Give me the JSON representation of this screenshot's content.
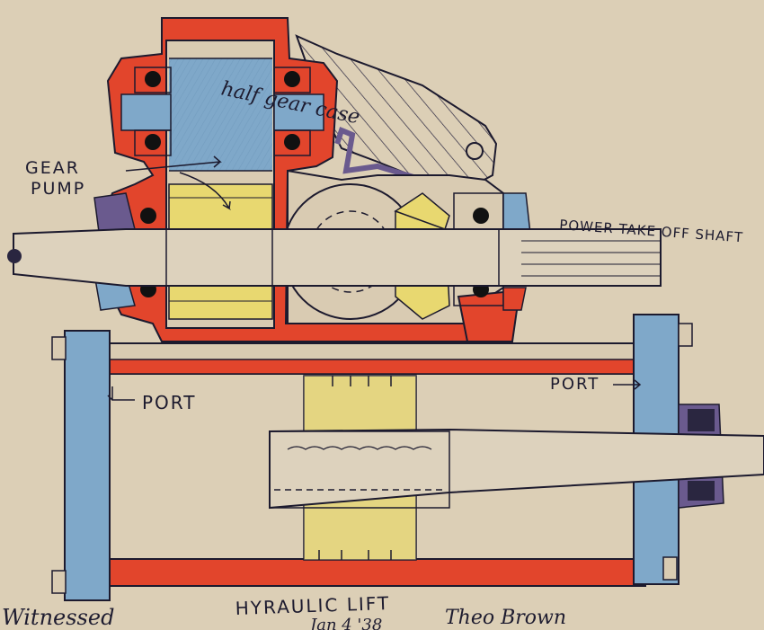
{
  "drawing": {
    "labels": {
      "gear_pump_line1": "GEAR",
      "gear_pump_line2": "PUMP",
      "half_gear_case": "half gear case",
      "power_take_off_shaft": "POWER TAKE OFF SHAFT",
      "port_left": "PORT",
      "port_right": "PORT"
    },
    "title": "HYRAULIC LIFT",
    "date": "Jan 4 '38",
    "signature": "Theo Brown",
    "witnessed": "Witnessed"
  },
  "colors": {
    "paper": "#d9cbb2",
    "ink": "#1c1a2e",
    "red_pencil": "#e2452c",
    "blue_pencil": "#7fa8c9",
    "yellow_pencil": "#e8d870",
    "purple_pencil": "#6a5a8e"
  }
}
